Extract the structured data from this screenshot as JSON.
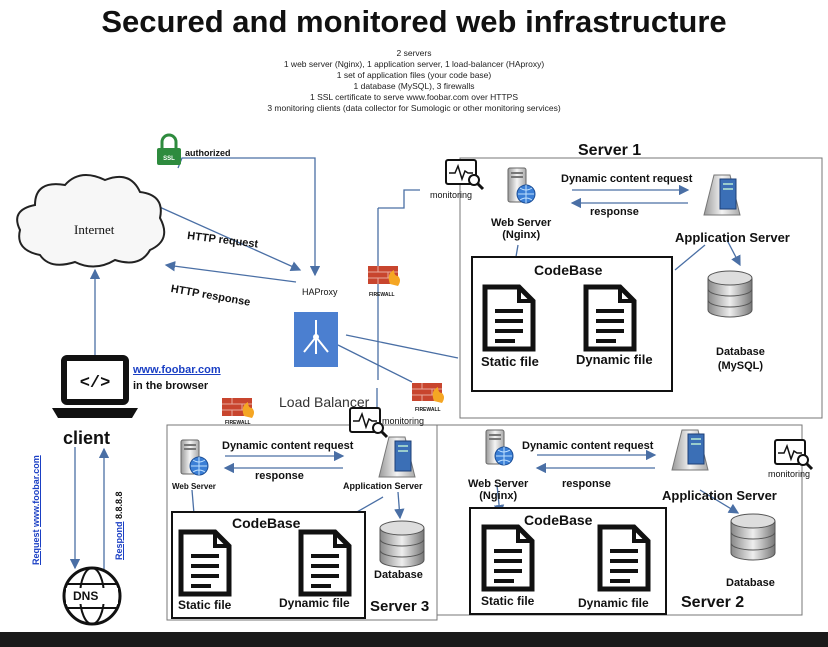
{
  "title": "Secured and monitored web infrastructure",
  "subtitle": [
    "2 servers",
    "1 web server (Nginx), 1 application server, 1 load-balancer (HAproxy)",
    "1 set of application  files (your code base)",
    "1 database (MySQL), 3 firewalls",
    "1 SSL certificate to serve www.foobar.com over HTTPS",
    "3 monitoring clients (data collector for Sumologic or other monitoring services)"
  ],
  "labels": {
    "authorized": "authorized",
    "internet": "Internet",
    "http_request": "HTTP request",
    "http_response": "HTTP response",
    "haproxy": "HAProxy",
    "load_balancer": "Load Balancer",
    "url": "www.foobar.com",
    "in_browser": "in the browser",
    "client": "client",
    "request": "Request",
    "request_domain": "www.foobar.com",
    "respond": "Respond",
    "respond_ip": "8.8.8.8",
    "dns": "DNS",
    "firewall": "FIREWALL",
    "monitoring": "monitoring"
  },
  "server1": {
    "title": "Server 1",
    "dynamic_request": "Dynamic content request",
    "response": "response",
    "web_server": "Web Server",
    "web_server_sub": "(Nginx)",
    "app_server": "Application Server",
    "codebase": "CodeBase",
    "static_file": "Static file",
    "dynamic_file": "Dynamic file",
    "database": "Database",
    "database_sub": "(MySQL)"
  },
  "server2": {
    "title": "Server 2",
    "dynamic_request": "Dynamic content request",
    "response": "response",
    "web_server": "Web Server",
    "web_server_sub": "(Nginx)",
    "app_server": "Application Server",
    "codebase": "CodeBase",
    "static_file": "Static file",
    "dynamic_file": "Dynamic file",
    "database": "Database"
  },
  "server3": {
    "title": "Server 3",
    "dynamic_request": "Dynamic content request",
    "response": "response",
    "web_server": "Web Server",
    "app_server": "Application Server",
    "codebase": "CodeBase",
    "static_file": "Static file",
    "dynamic_file": "Dynamic file",
    "database": "Database"
  },
  "colors": {
    "arrow": "#4a6fa5",
    "link": "#1a3fc4",
    "ssl": "#2e8b3e",
    "load_balancer": "#4b7fd0",
    "firewall": "#c8452e"
  }
}
